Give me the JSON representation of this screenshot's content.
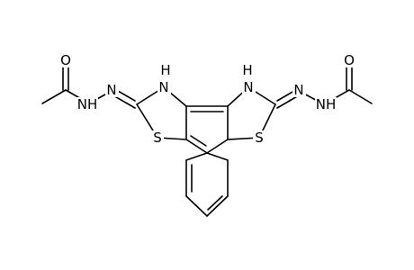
{
  "molecule": {
    "atom_labels": {
      "o_left": "O",
      "nh_left": "NH",
      "n_left": "N",
      "s_left": "S",
      "h_left": "H",
      "n_ring_left": "N",
      "h_right": "H",
      "n_ring_right": "N",
      "s_right": "S",
      "n_right": "N",
      "nh_right": "NH",
      "o_right": "O"
    }
  }
}
